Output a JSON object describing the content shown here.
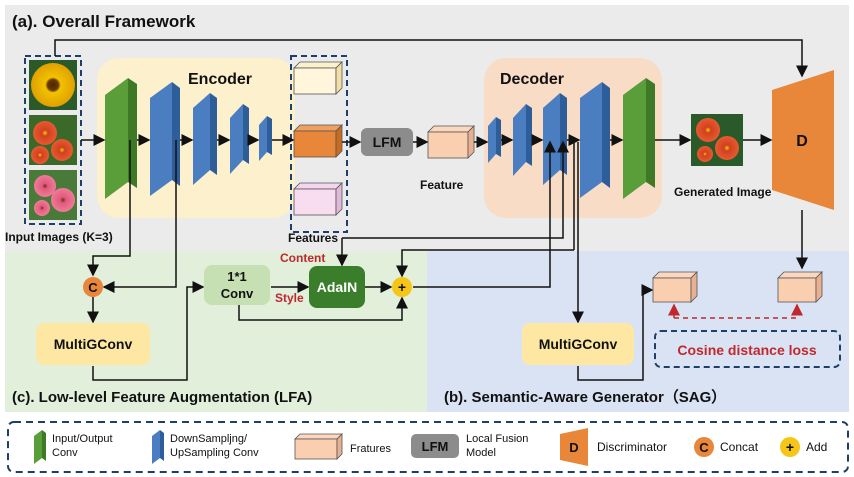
{
  "title": "(a). Overall Framework",
  "encoder": {
    "label": "Encoder"
  },
  "decoder": {
    "label": "Decoder"
  },
  "inputs": {
    "label": "Input Images (K=3)"
  },
  "features": {
    "label": "Features"
  },
  "lfm": {
    "label": "LFM"
  },
  "feature": {
    "label": "Feature"
  },
  "generated": {
    "label": "Generated Image"
  },
  "discriminator": {
    "label": "D"
  },
  "lfa": {
    "concat": "C",
    "conv_line1": "1*1",
    "conv_line2": "Conv",
    "adain": "AdaIN",
    "content": "Content",
    "style": "Style",
    "add": "+",
    "multigconv": "MultiGConv",
    "title": "(c). Low-level Feature Augmentation (LFA)"
  },
  "sag": {
    "multigconv": "MultiGConv",
    "loss": "Cosine distance loss",
    "title": "(b). Semantic-Aware Generator（SAG）"
  },
  "legend": {
    "io_conv_1": "Input/Output",
    "io_conv_2": "Conv",
    "sampling_1": "DownSampljng/",
    "sampling_2": "UpSampling Conv",
    "features": "Fratures",
    "lfm_box": "LFM",
    "lfm_1": "Local Fusion",
    "lfm_2": "Model",
    "d_box": "D",
    "discriminator": "Discriminator",
    "c_box": "C",
    "concat": "Concat",
    "plus_box": "+",
    "add": "Add"
  },
  "colors": {
    "green": "#5a9e3a",
    "blue": "#4a7ec0",
    "orange": "#e8873a",
    "red_text": "#c0282d",
    "yellow": "#f5c518"
  }
}
